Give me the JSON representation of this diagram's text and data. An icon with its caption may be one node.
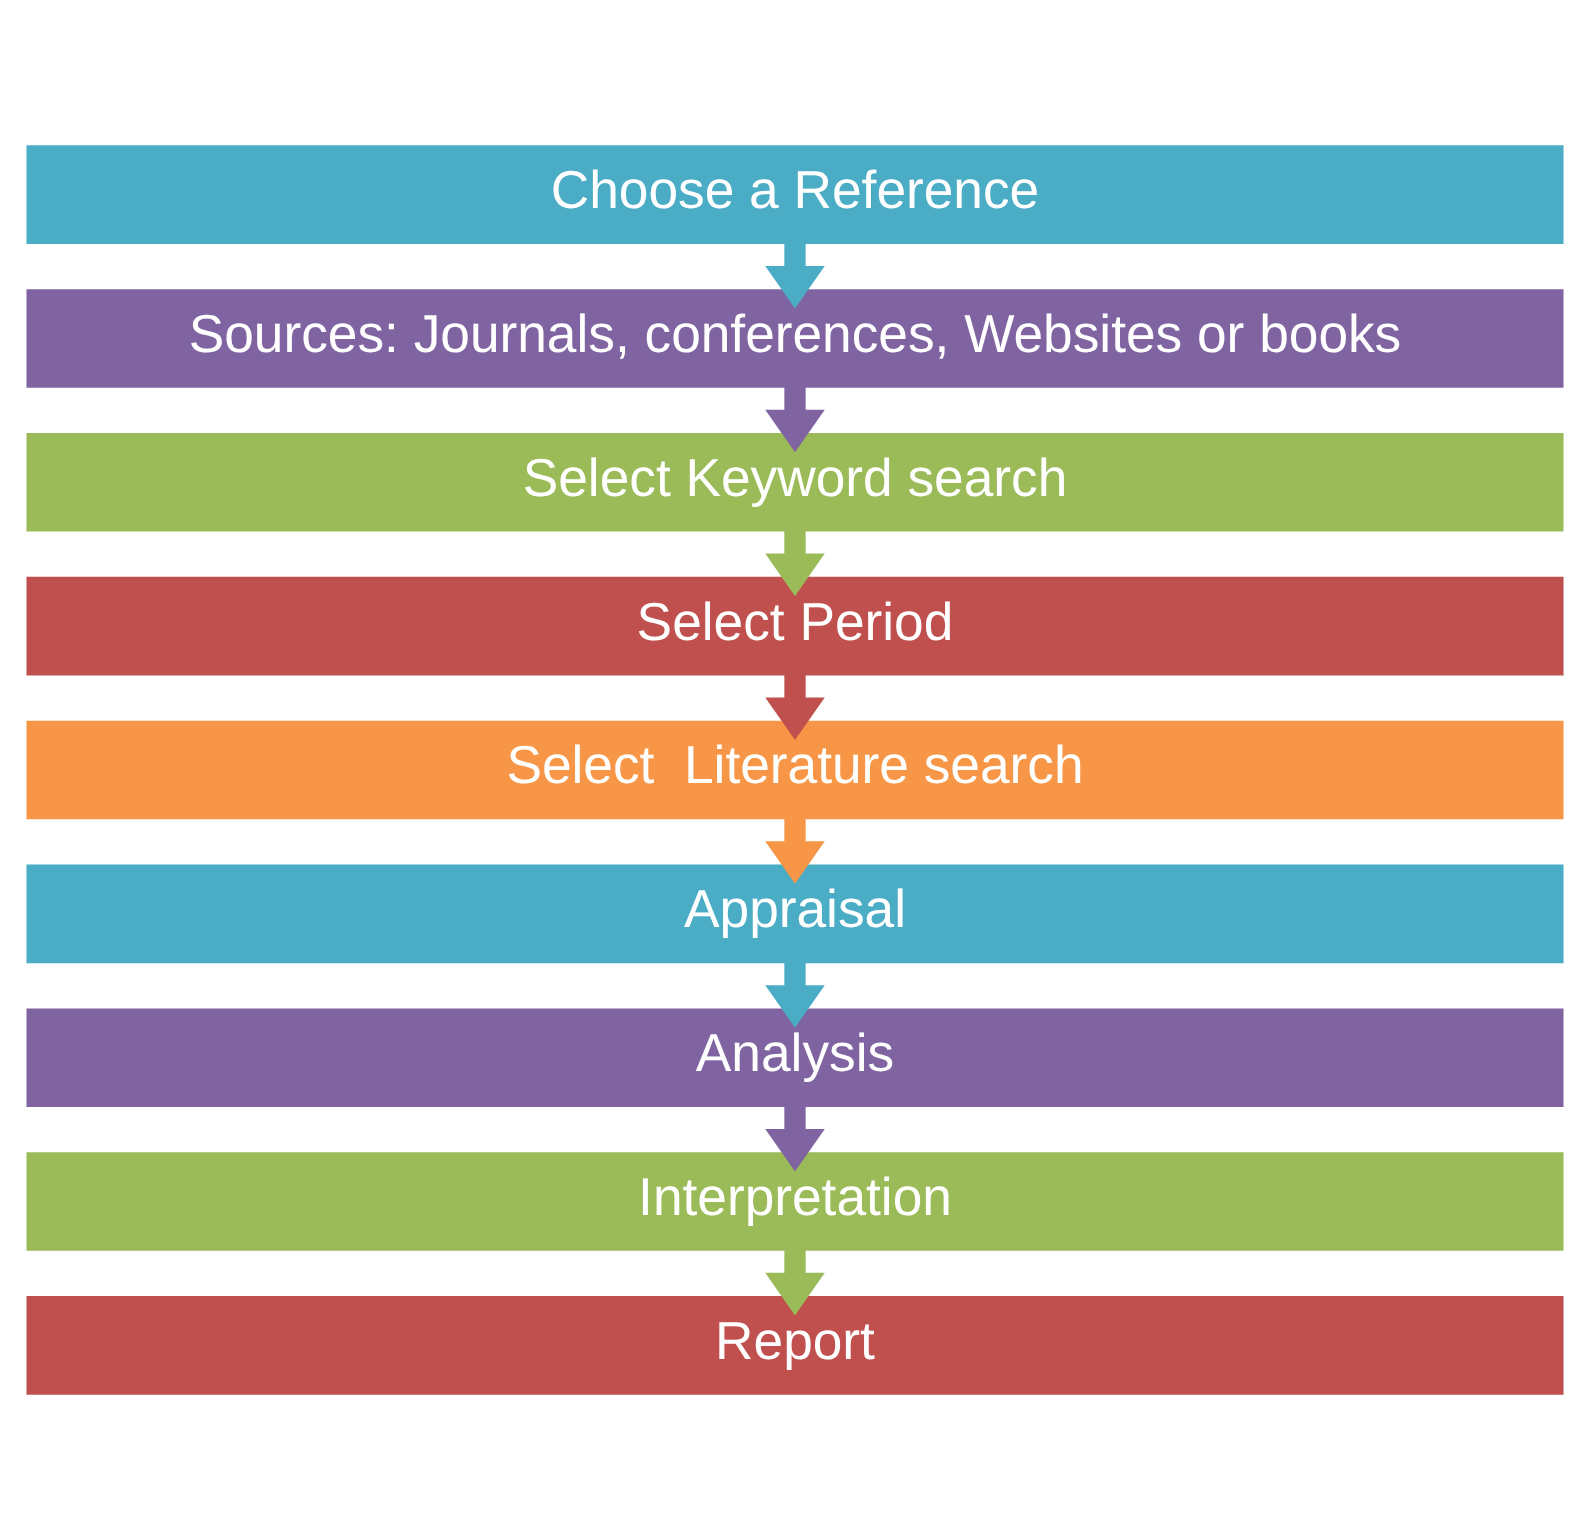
{
  "diagram": {
    "nodes": [
      {
        "text": [
          "Choose a Reference"
        ]
      },
      {
        "text": [
          "Sources: Journals, conferences, Websites or books"
        ]
      },
      {
        "text": [
          "Select Keyword search"
        ]
      },
      {
        "text": [
          "Select Period"
        ]
      },
      {
        "text": [
          "Select  Literature search"
        ]
      },
      {
        "text": [
          "Appraisal"
        ]
      },
      {
        "text": [
          "Analysis"
        ]
      },
      {
        "text": [
          "Interpretation"
        ]
      },
      {
        "text": [
          "Report"
        ]
      }
    ],
    "edges": [
      {
        "from": 0,
        "to": 1,
        "arrow": "to",
        "color": "#4bacc6"
      },
      {
        "from": 1,
        "to": 2,
        "arrow": "to",
        "color": "#8064a2"
      },
      {
        "from": 2,
        "to": 3,
        "arrow": "to",
        "color": "#9bbb59"
      },
      {
        "from": 3,
        "to": 4,
        "arrow": "to",
        "color": "#c0504d"
      },
      {
        "from": 4,
        "to": 5,
        "arrow": "to",
        "color": "#f79646"
      },
      {
        "from": 5,
        "to": 6,
        "arrow": "to",
        "color": "#4bacc6"
      },
      {
        "from": 6,
        "to": 7,
        "arrow": "to",
        "color": "#8064a2"
      },
      {
        "from": 7,
        "to": 8,
        "arrow": "to",
        "color": "#9bbb59"
      }
    ]
  }
}
